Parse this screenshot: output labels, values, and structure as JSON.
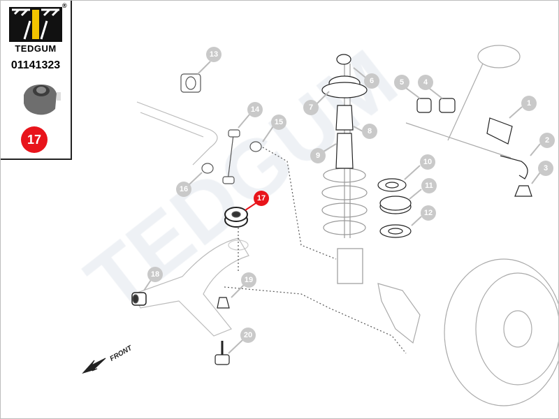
{
  "brand": {
    "name": "TEDGUM",
    "registered_mark": "®",
    "part_number": "01141323",
    "highlight_number": "17"
  },
  "watermark": "TEDGUM",
  "front_label": "FRONT",
  "callouts": [
    "13",
    "6",
    "5",
    "4",
    "1",
    "7",
    "14",
    "15",
    "8",
    "2",
    "9",
    "10",
    "3",
    "11",
    "16",
    "17",
    "12",
    "18",
    "19",
    "20"
  ],
  "colors": {
    "callout": "#c9c9c9",
    "highlight": "#e8141b",
    "logo_yellow": "#f2c400"
  }
}
